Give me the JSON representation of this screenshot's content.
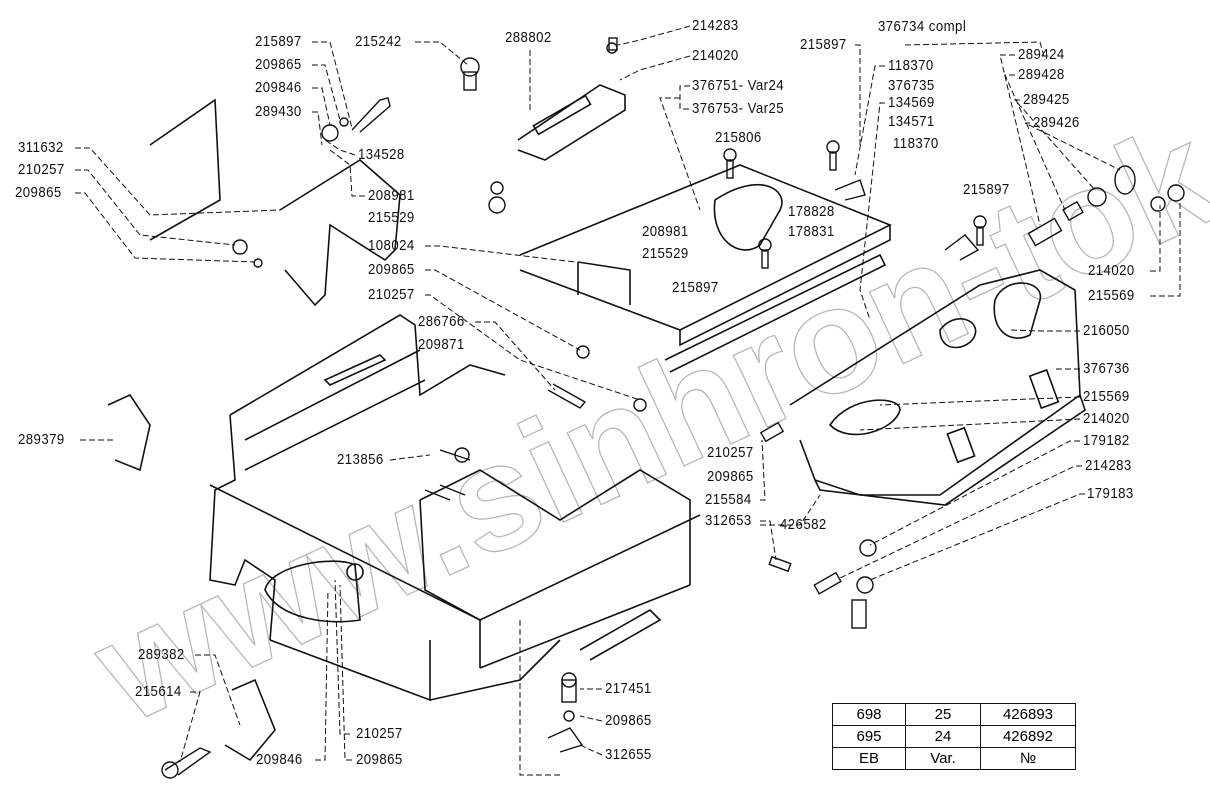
{
  "watermark": "www.sinhron-tok.kz",
  "part_labels": [
    "215897",
    "209865",
    "209846",
    "289430",
    "215242",
    "288802",
    "214283",
    "214020",
    "376751- Var24",
    "376753- Var25",
    "215897",
    "376734 compl",
    "118370",
    "376735",
    "134569",
    "134571",
    "118370",
    "289424",
    "289428",
    "289425",
    "289426",
    "311632",
    "210257",
    "209865",
    "134528",
    "208981",
    "215529",
    "215806",
    "208981",
    "215529",
    "178828",
    "178831",
    "215897",
    "215897",
    "108024",
    "209865",
    "210257",
    "214020",
    "215569",
    "216050",
    "286766",
    "209871",
    "376736",
    "215569",
    "214020",
    "213856",
    "210257",
    "179182",
    "214283",
    "179183",
    "209865",
    "215584",
    "312653",
    "426582",
    "289379",
    "289382",
    "215614",
    "210257",
    "209846",
    "209865",
    "217451",
    "209865",
    "312655"
  ],
  "variant_table": {
    "rows": [
      [
        "698",
        "25",
        "426893"
      ],
      [
        "695",
        "24",
        "426892"
      ],
      [
        "EB",
        "Var.",
        "№"
      ]
    ]
  },
  "colors": {
    "ink": "#111111",
    "watermark": "#9a9a9a",
    "background": "#ffffff"
  }
}
